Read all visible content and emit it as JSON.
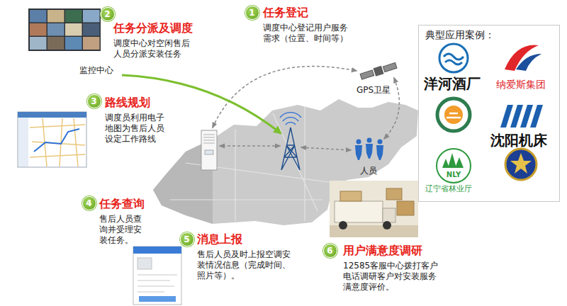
{
  "diagram": {
    "nodes": [
      {
        "text": [
          "任务登记",
          "调度中心登记用户服务需求（位置、时间等）"
        ]
      },
      {
        "text": [
          "任务分派及调度",
          "调度中心对空闲售后人员分派安装任务"
        ]
      },
      {
        "text": [
          "路线规划",
          "调度员利用电子地图为售后人员设定工作路线"
        ]
      },
      {
        "text": [
          "任务查询",
          "售后人员查询并受理安装任务。"
        ]
      },
      {
        "text": [
          "消息上报",
          "售后人员及时上报空调安装情况信息（完成时间、照片等）。"
        ]
      },
      {
        "text": [
          "用户满意度调研",
          "12585客服中心拨打客户电话调研客户对安装服务满意度评价。"
        ]
      },
      {
        "text": [
          "典型应用案例："
        ]
      }
    ],
    "labels": [
      "1",
      "2",
      "3",
      "4",
      "5",
      "6",
      "监控中心",
      "GPS卫星",
      "人员",
      "洋河酒厂",
      "纳爱斯集团",
      "沈阳机床",
      "辽宁省林业厅",
      "NLY"
    ]
  }
}
